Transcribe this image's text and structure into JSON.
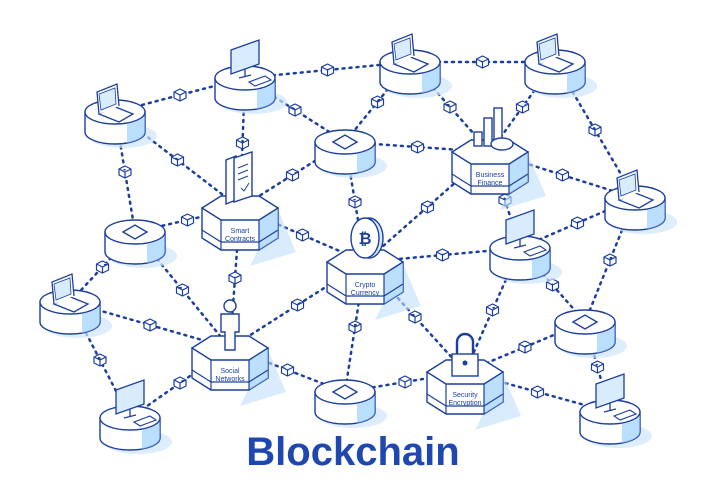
{
  "title": "Blockchain",
  "colors": {
    "line": "#1c3f9e",
    "accent": "#2a8cf0",
    "title": "#1f47b0"
  },
  "hubs": [
    {
      "id": "smart",
      "lines": [
        "Smart",
        "Contracts"
      ],
      "icon": "document-icon"
    },
    {
      "id": "business",
      "lines": [
        "Business",
        "Finance"
      ],
      "icon": "chart-icon"
    },
    {
      "id": "crypto",
      "lines": [
        "Crypto",
        "Currency"
      ],
      "icon": "bitcoin-icon"
    },
    {
      "id": "social",
      "lines": [
        "Social",
        "Networks"
      ],
      "icon": "person-icon"
    },
    {
      "id": "security",
      "lines": [
        "Security",
        "Encryption"
      ],
      "icon": "padlock-icon"
    }
  ]
}
